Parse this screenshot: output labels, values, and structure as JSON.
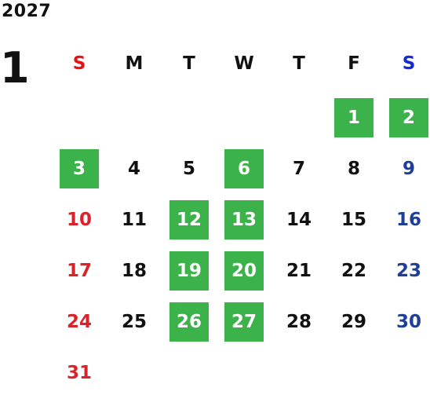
{
  "calendar": {
    "year": "2027",
    "month": "1",
    "weekdays": [
      "S",
      "M",
      "T",
      "W",
      "T",
      "F",
      "S"
    ],
    "first_weekday_index": 5,
    "days": [
      "1",
      "2",
      "3",
      "4",
      "5",
      "6",
      "7",
      "8",
      "9",
      "10",
      "11",
      "12",
      "13",
      "14",
      "15",
      "16",
      "17",
      "18",
      "19",
      "20",
      "21",
      "22",
      "23",
      "24",
      "25",
      "26",
      "27",
      "28",
      "29",
      "30",
      "31"
    ],
    "highlighted_days": [
      "1",
      "2",
      "3",
      "6",
      "12",
      "13",
      "19",
      "20",
      "26",
      "27"
    ]
  },
  "colors": {
    "highlight_bg": "#3cb34a",
    "highlight_text": "#ffffff",
    "sunday_header": "#e8101a",
    "saturday_header": "#1428d8",
    "sunday": "#d9232a",
    "saturday": "#1f3f95",
    "weekday": "#111111"
  }
}
